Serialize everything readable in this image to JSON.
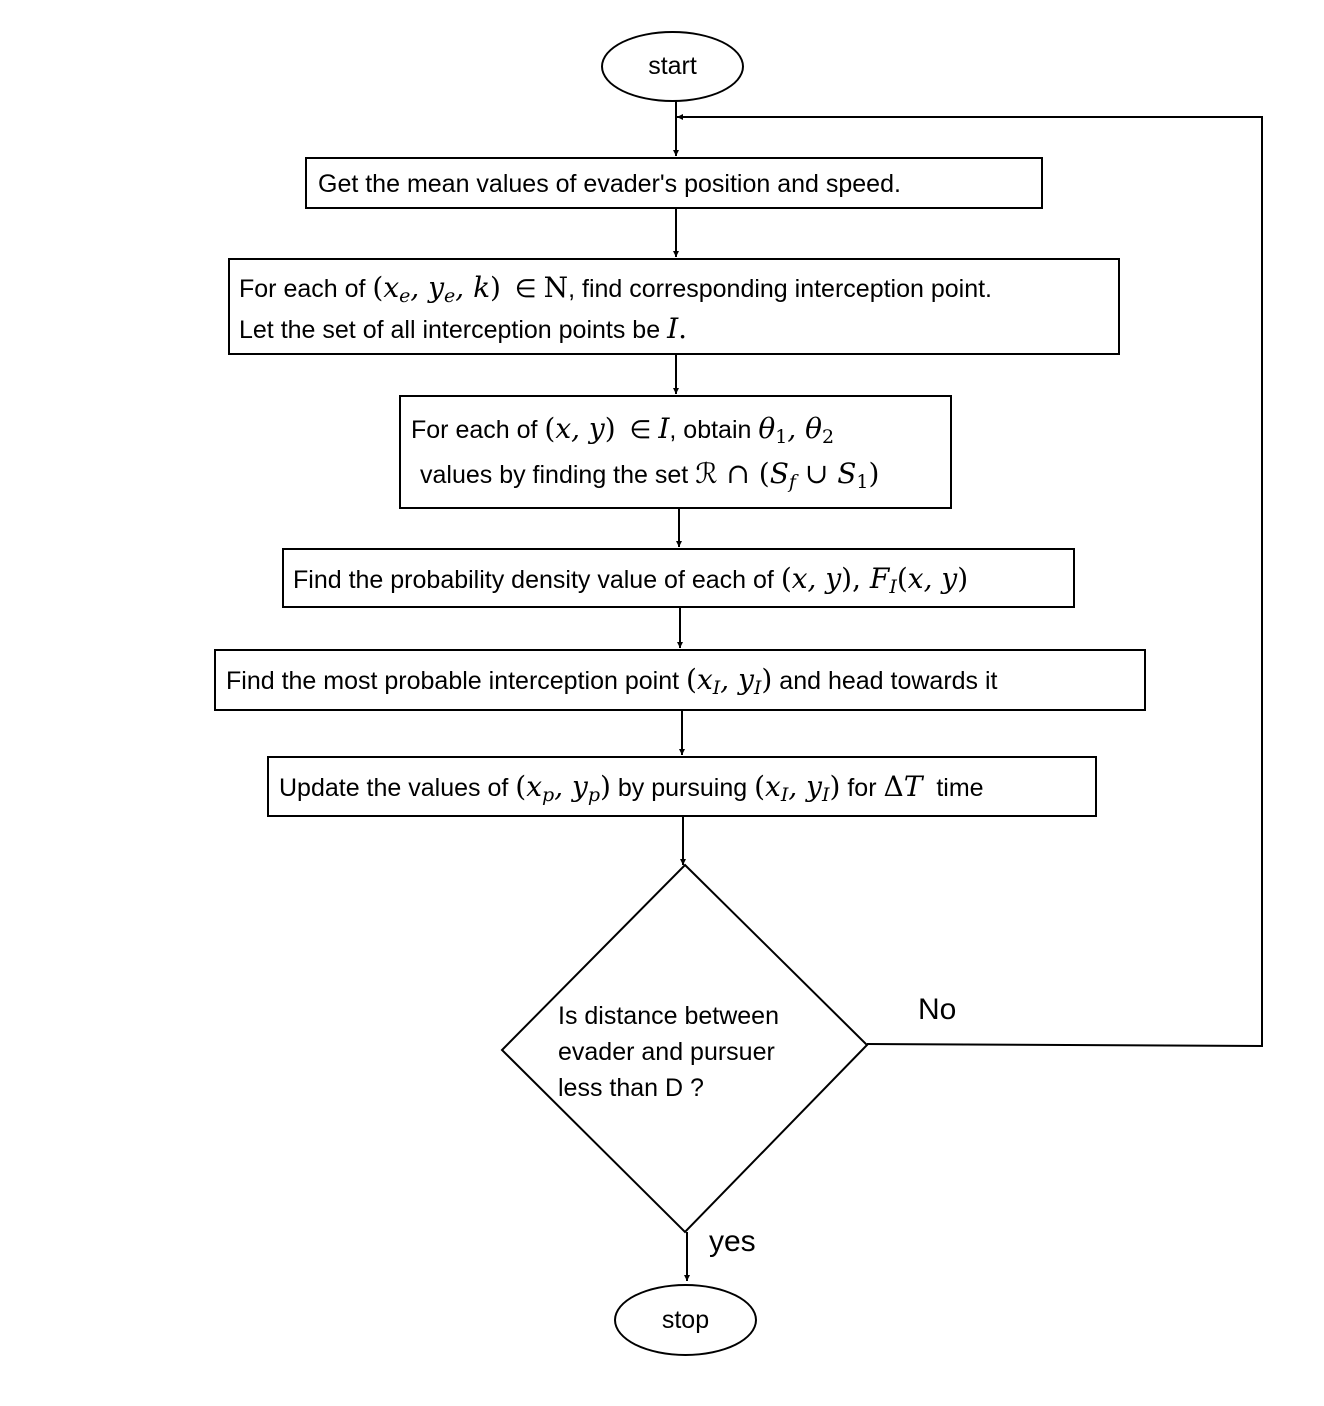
{
  "start_label": "start",
  "stop_label": "stop",
  "step1": "Get the mean values of evader's position and speed.",
  "step2": {
    "l1_a": "For each of",
    "l1_b": "∈",
    "l1_c": ", find corresponding interception point.",
    "l2_a": "Let the set of all interception points be"
  },
  "step3": {
    "l1_a": "For each of",
    "l1_b": "∈",
    "l1_c": ", obtain",
    "l2_a": "values by finding the set"
  },
  "step4": {
    "text": "Find the probability density value of each of"
  },
  "step5": {
    "a": "Find the most probable interception point",
    "b": "and head towards it"
  },
  "step6": {
    "a": "Update the values of",
    "b": "by pursuing",
    "c": "for",
    "d": "time"
  },
  "decision": {
    "line1": "Is distance between",
    "line2": "evader and pursuer",
    "line3": "less than D ?"
  },
  "no_label": "No",
  "yes_label": "yes"
}
